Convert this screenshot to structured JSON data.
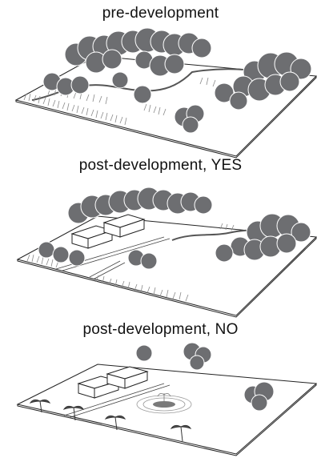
{
  "panels": [
    {
      "id": "pre",
      "title": "pre-development"
    },
    {
      "id": "post-yes",
      "title": "post-development, YES"
    },
    {
      "id": "post-no",
      "title": "post-development, NO"
    }
  ],
  "colors": {
    "tree_fill": "#6d6e71",
    "tree_stroke": "#ffffff",
    "ground_line": "#222222",
    "grass": "#8a8a8a",
    "building_fill": "#ffffff",
    "pond_fill": "#7a7a7a"
  }
}
